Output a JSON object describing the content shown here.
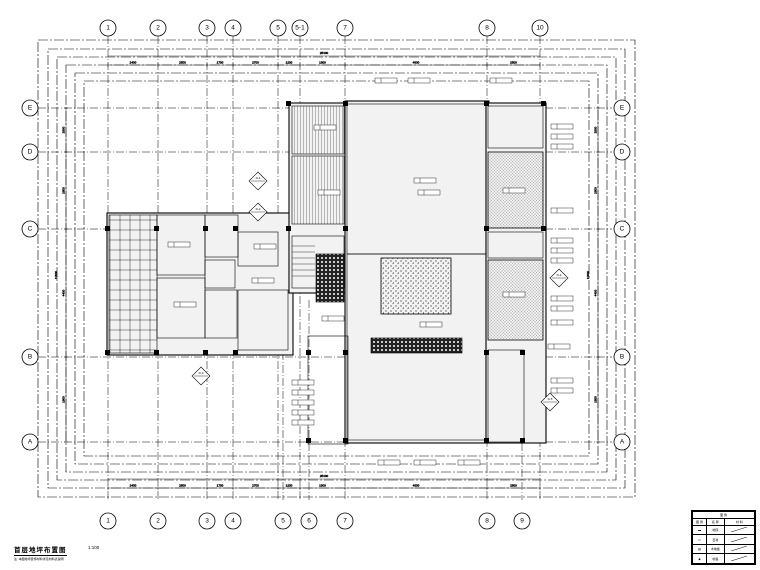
{
  "drawing": {
    "title": "首层地坪布置图",
    "scale": "1:100",
    "note": "注: 本图地坪装饰材料详见材料表说明"
  },
  "grids": {
    "vertical_top": [
      "1",
      "2",
      "3",
      "4",
      "5",
      "5-1",
      "7",
      "8",
      "10"
    ],
    "vertical_bottom": [
      "1",
      "2",
      "3",
      "4",
      "5",
      "6",
      "7",
      "8",
      "9"
    ],
    "horizontal_left": [
      "E",
      "D",
      "C",
      "B",
      "A"
    ],
    "horizontal_right": [
      "E",
      "D",
      "C",
      "B",
      "A"
    ]
  },
  "dimensions": {
    "overall_top": "25400",
    "overall_bottom": "25400",
    "top_segments": [
      "2400",
      "2500",
      "1700",
      "2700",
      "1200",
      "1900",
      "4800",
      "2500"
    ],
    "bottom_segments": [
      "2400",
      "2500",
      "1700",
      "2700",
      "1200",
      "1900",
      "4800",
      "2500"
    ],
    "left_segments": [
      "2900",
      "2600",
      "4400",
      "1900"
    ],
    "right_segments": [
      "2900",
      "2600",
      "4400",
      "1900"
    ],
    "overall_left": "11600",
    "overall_right": "11600"
  },
  "section_markers": [
    "D-1",
    "D-2",
    "D-3",
    "D-4",
    "D-5"
  ],
  "legend": {
    "title": "图 例",
    "headers": [
      "图 例",
      "名 称",
      "材 料"
    ],
    "rows": [
      [
        "▬",
        "地砖",
        ""
      ],
      [
        "▭",
        "石材",
        ""
      ],
      [
        "▨",
        "木地板",
        ""
      ],
      [
        "◆",
        "地毯",
        ""
      ]
    ]
  }
}
